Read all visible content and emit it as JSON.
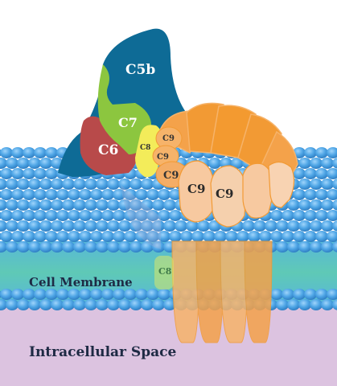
{
  "diagram": {
    "labels": {
      "c5b": "C5b",
      "c6": "C6",
      "c7": "C7",
      "c8_top": "C8",
      "c8_membrane": "C8",
      "c9_small": [
        "C9",
        "C9",
        "C9"
      ],
      "c9_large": [
        "C9",
        "C9"
      ],
      "cell_membrane": "Cell Membrane",
      "intracellular_space": "Intracellular Space"
    },
    "colors": {
      "c5b": "#0e6b96",
      "c6": "#b84a4a",
      "c7": "#8cc63f",
      "c8": "#f3ec5a",
      "c9_dark": "#f39a30",
      "c9_light": "#f7c9a0",
      "membrane_bead": "#4fa6e6",
      "membrane_core": "#5fc9b6",
      "intracellular": "#dcc3e0"
    }
  }
}
